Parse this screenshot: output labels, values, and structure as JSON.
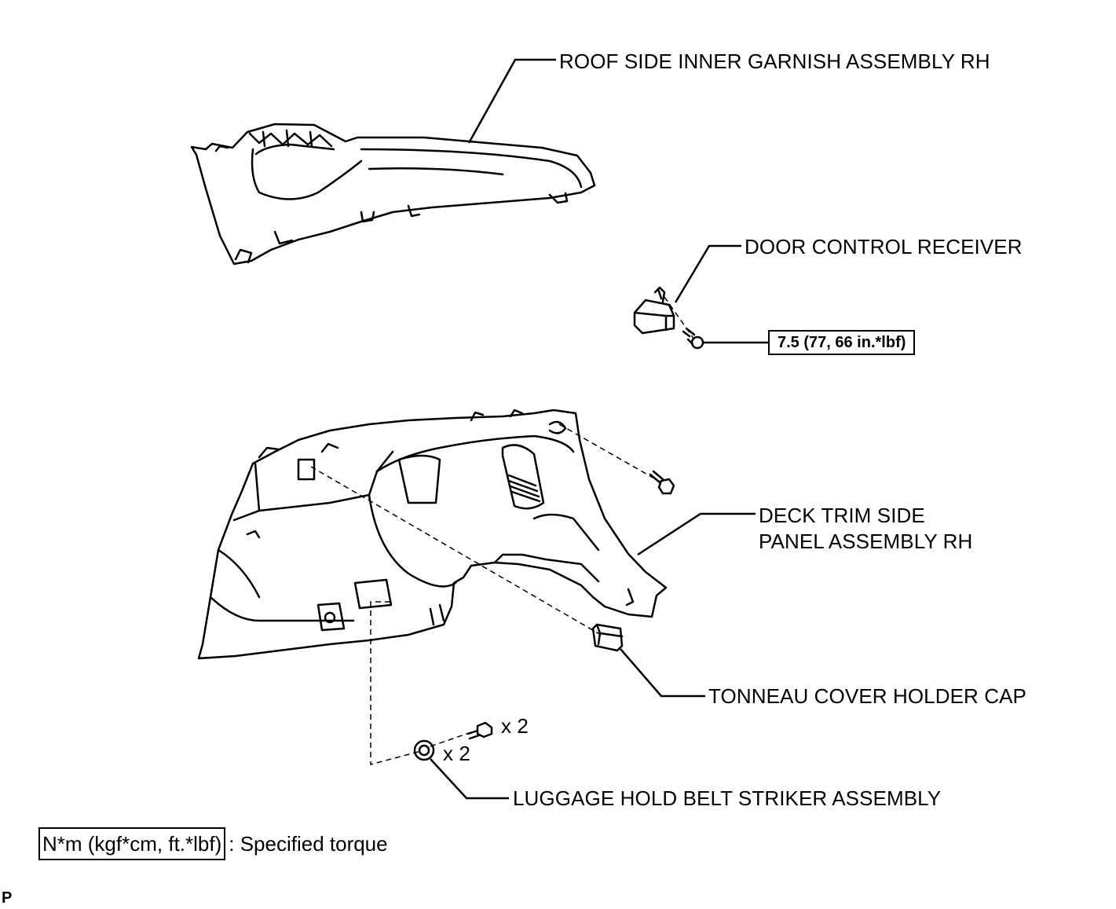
{
  "labels": {
    "roof_garnish": "ROOF SIDE INNER GARNISH ASSEMBLY RH",
    "door_receiver": "DOOR CONTROL RECEIVER",
    "deck_trim_line1": "DECK TRIM SIDE",
    "deck_trim_line2": "PANEL ASSEMBLY RH",
    "tonneau_cap": "TONNEAU COVER HOLDER CAP",
    "luggage_striker": "LUGGAGE HOLD BELT STRIKER ASSEMBLY",
    "qty_bolt": "x 2",
    "qty_striker": "x 2"
  },
  "torque": {
    "receiver_bolt": "7.5 (77, 66 in.*lbf)"
  },
  "legend": {
    "unit": "N*m (kgf*cm, ft.*lbf)",
    "description": ": Specified torque"
  },
  "corner_mark": "P"
}
